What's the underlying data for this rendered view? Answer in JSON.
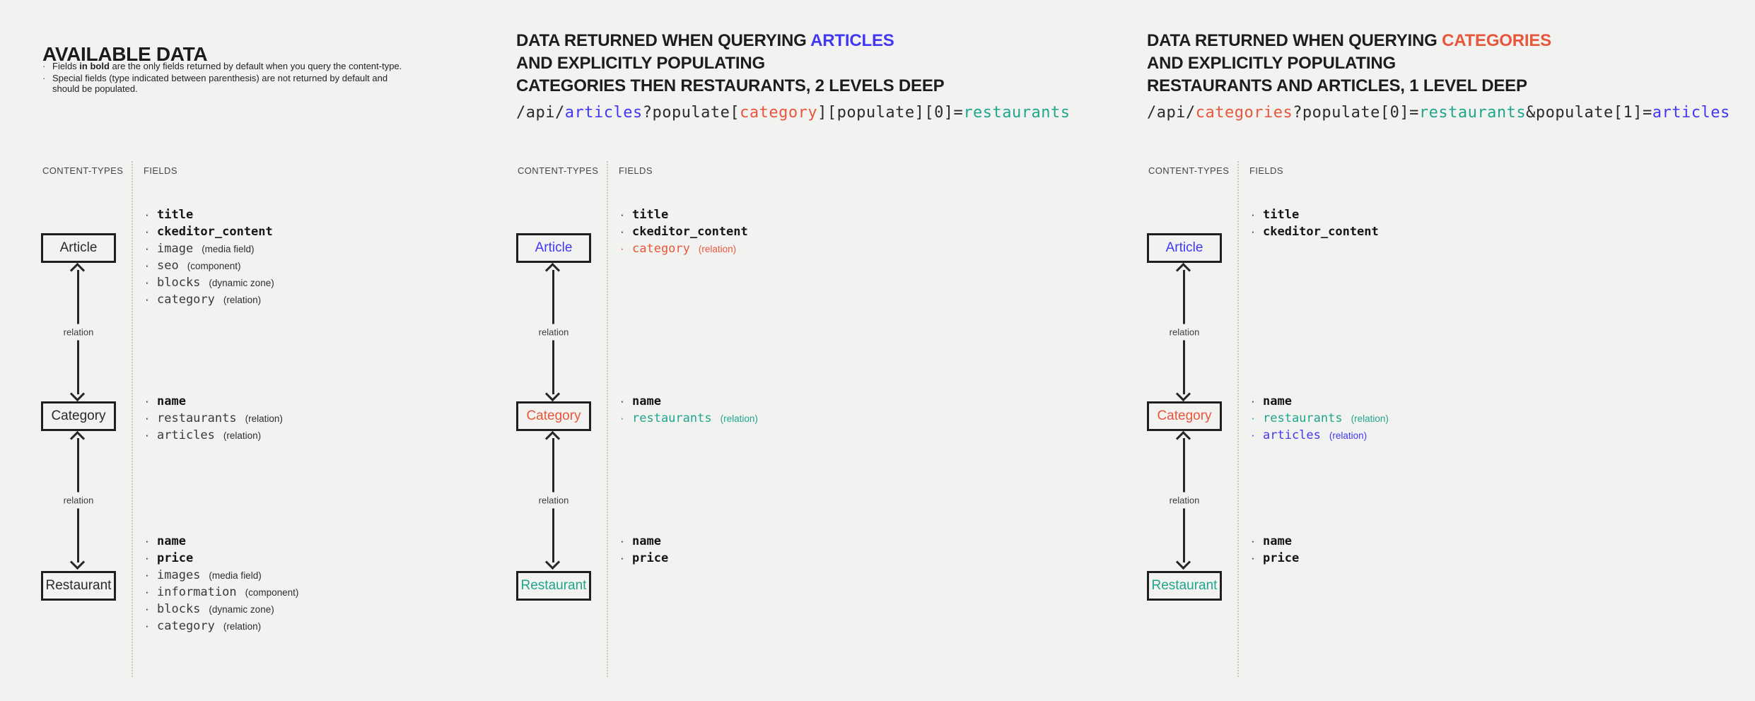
{
  "colors": {
    "bg": "#f2f2f0",
    "blue": "#4238f2",
    "red": "#e8573c",
    "green": "#1fa68d",
    "ink": "#1f1f1f"
  },
  "shared": {
    "content_types_label": "CONTENT-TYPES",
    "fields_label": "FIELDS",
    "relation_label": "relation",
    "box_article": "Article",
    "box_category": "Category",
    "box_restaurant": "Restaurant"
  },
  "available": {
    "title": "AVAILABLE DATA",
    "note1_bullet": "·",
    "note1_pre": "Fields ",
    "note1_bold": "in bold",
    "note1_post": " are the only fields returned by default when you query the content-type.",
    "note2_bullet": "·",
    "note2": "Special fields (type indicated between parenthesis) are not returned by default and should be populated.",
    "article_fields": [
      {
        "name": "title"
      },
      {
        "name": "ckeditor_content"
      },
      {
        "name": "image",
        "type": "(media field)"
      },
      {
        "name": "seo",
        "type": "(component)"
      },
      {
        "name": "blocks",
        "type": "(dynamic zone)"
      },
      {
        "name": "category",
        "type": "(relation)"
      }
    ],
    "category_fields": [
      {
        "name": "name"
      },
      {
        "name": "restaurants",
        "type": "(relation)"
      },
      {
        "name": "articles",
        "type": "(relation)"
      }
    ],
    "restaurant_fields": [
      {
        "name": "name"
      },
      {
        "name": "price"
      },
      {
        "name": "images",
        "type": "(media field)"
      },
      {
        "name": "information",
        "type": "(component)"
      },
      {
        "name": "blocks",
        "type": "(dynamic zone)"
      },
      {
        "name": "category",
        "type": "(relation)"
      }
    ]
  },
  "query_articles": {
    "title_pre": "DATA RETURNED WHEN QUERYING ",
    "title_highlight": "ARTICLES",
    "title_line2": "AND EXPLICITLY POPULATING",
    "title_line3": "CATEGORIES THEN RESTAURANTS, 2 LEVELS DEEP",
    "code": [
      {
        "t": "/api/"
      },
      {
        "t": "articles"
      },
      {
        "t": "?populate["
      },
      {
        "t": "category"
      },
      {
        "t": "][populate][0]="
      },
      {
        "t": "restaurants"
      }
    ],
    "article_fields": [
      {
        "name": "title"
      },
      {
        "name": "ckeditor_content"
      },
      {
        "name": "category",
        "type": "(relation)"
      }
    ],
    "category_fields": [
      {
        "name": "name"
      },
      {
        "name": "restaurants",
        "type": "(relation)"
      }
    ],
    "restaurant_fields": [
      {
        "name": "name"
      },
      {
        "name": "price"
      }
    ]
  },
  "query_categories": {
    "title_pre": "DATA RETURNED WHEN QUERYING ",
    "title_highlight": "CATEGORIES",
    "title_line2": "AND EXPLICITLY POPULATING",
    "title_line3": "RESTAURANTS AND ARTICLES, 1 LEVEL DEEP",
    "code": [
      {
        "t": "/api/"
      },
      {
        "t": "categories"
      },
      {
        "t": "?populate[0]="
      },
      {
        "t": "restaurants"
      },
      {
        "t": "&populate[1]="
      },
      {
        "t": "articles"
      }
    ],
    "article_fields": [
      {
        "name": "title"
      },
      {
        "name": "ckeditor_content"
      }
    ],
    "category_fields": [
      {
        "name": "name"
      },
      {
        "name": "restaurants",
        "type": "(relation)"
      },
      {
        "name": "articles",
        "type": "(relation)"
      }
    ],
    "restaurant_fields": [
      {
        "name": "name"
      },
      {
        "name": "price"
      }
    ]
  }
}
